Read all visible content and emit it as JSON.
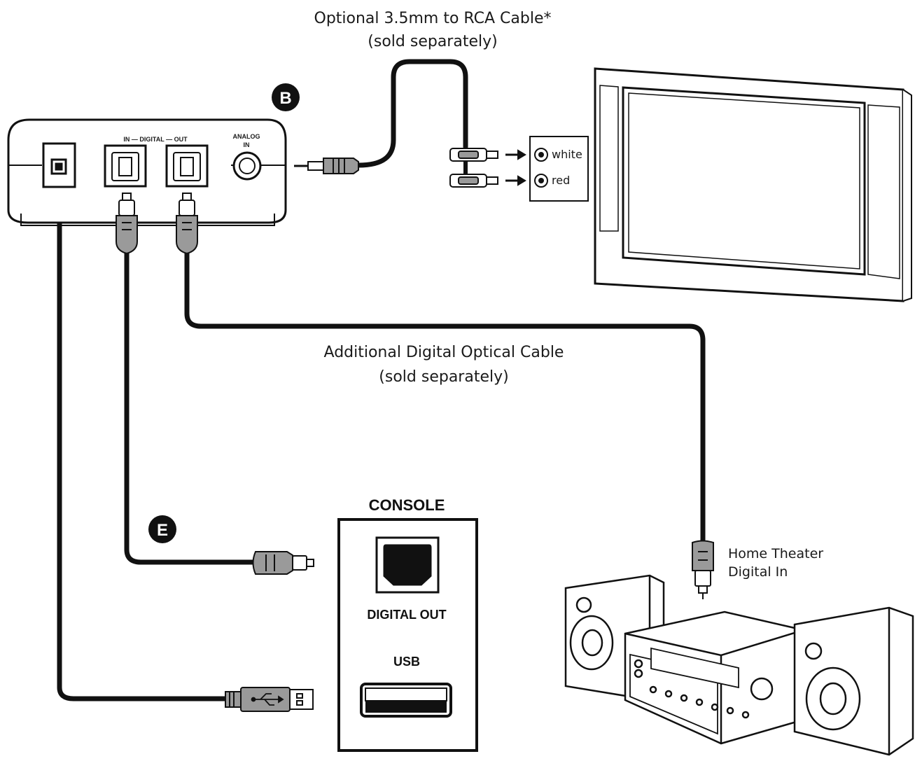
{
  "labels": {
    "rca_cable_title": "Optional 3.5mm to RCA Cable*",
    "rca_cable_sub": "(sold separately)",
    "optical_cable_title": "Additional Digital Optical Cable",
    "optical_cable_sub": "(sold separately)",
    "badge_b": "B",
    "badge_e": "E",
    "port_in": "IN",
    "port_digital": "DIGITAL",
    "port_out": "OUT",
    "port_analog": "ANALOG",
    "port_analog_in": "IN",
    "rca_white": "white",
    "rca_red": "red",
    "console_title": "CONSOLE",
    "console_digital_out": "DIGITAL OUT",
    "console_usb": "USB",
    "home_theater_line1": "Home Theater",
    "home_theater_line2": "Digital In"
  },
  "colors": {
    "ink": "#1a1a1a",
    "cable": "#111111",
    "plug_fill": "#9a9a9a",
    "background": "#ffffff"
  }
}
